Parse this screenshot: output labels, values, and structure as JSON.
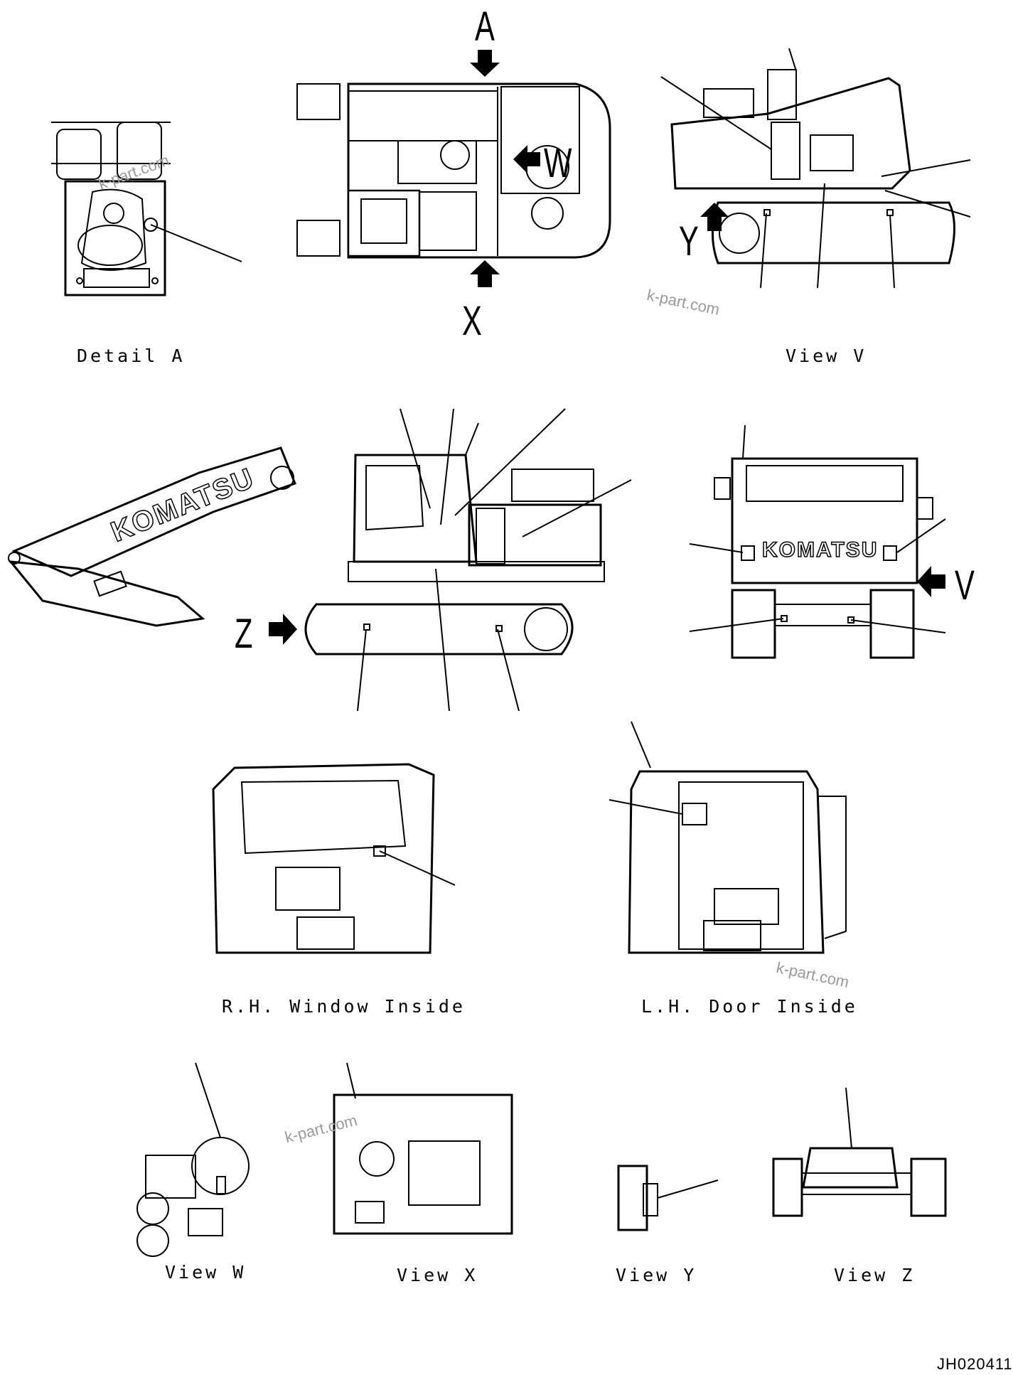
{
  "labels": {
    "detail_a": "Detail A",
    "view_v": "View V",
    "rh_window": "R.H. Window Inside",
    "lh_door": "L.H. Door Inside",
    "view_w": "View W",
    "view_x": "View X",
    "view_y": "View Y",
    "view_z": "View Z"
  },
  "arrows": {
    "a": "A",
    "x": "X",
    "w": "W",
    "y": "Y",
    "z": "Z",
    "v": "V"
  },
  "brand": {
    "side": "KOMATSU",
    "rear": "KOMATSU"
  },
  "watermarks": [
    "k-part.com",
    "k-part.com",
    "k-part.com",
    "k-part.com"
  ],
  "drawing_code": "JH020411"
}
